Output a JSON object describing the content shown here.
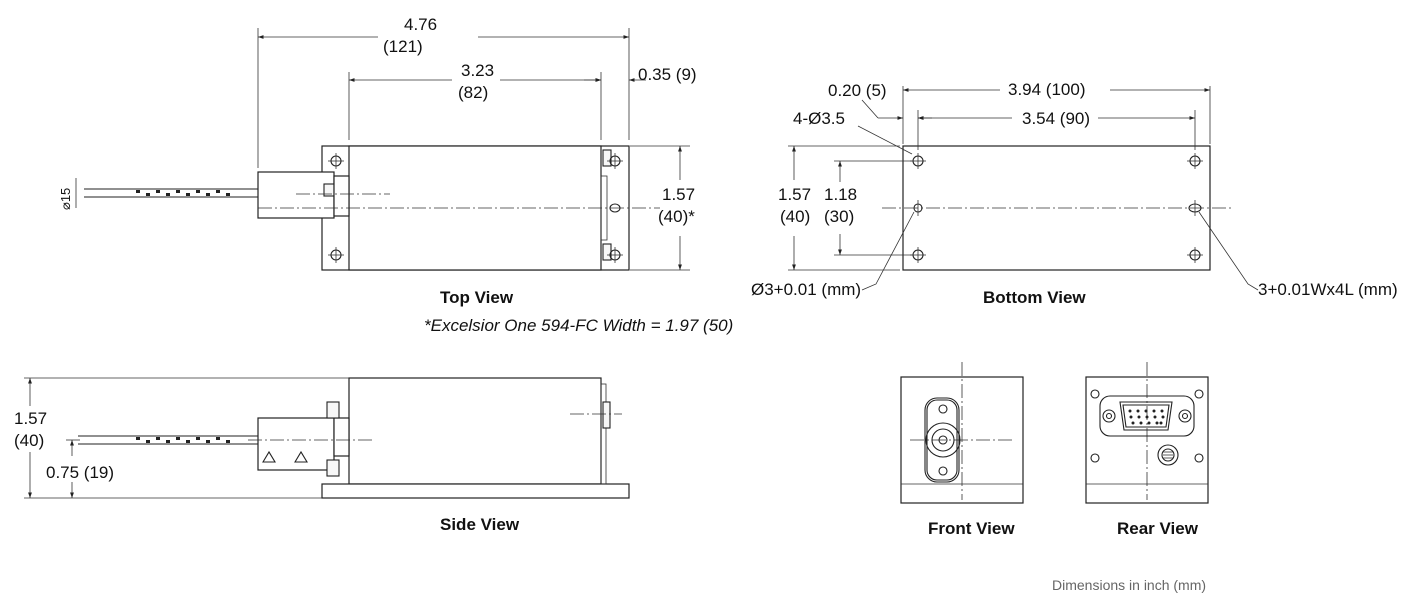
{
  "top_view": {
    "title": "Top View",
    "overall_length": "4.76",
    "overall_length_mm": "(121)",
    "body_length": "3.23",
    "body_length_mm": "(82)",
    "rear_offset": "0.35 (9)",
    "height": "1.57",
    "height_mm": "(40)*",
    "fiber_dia": "⌀15"
  },
  "note": "*Excelsior One 594-FC Width = 1.97 (50)",
  "bottom_view": {
    "title": "Bottom View",
    "edge_offset": "0.20 (5)",
    "overall_width": "3.94 (100)",
    "hole_spacing": "3.54 (90)",
    "holes": "4-Ø3.5",
    "height": "1.57",
    "height_mm": "(40)",
    "hole_height": "1.18",
    "hole_height_mm": "(30)",
    "pin_hole": "Ø3+0.01 (mm)",
    "slot": "3+0.01Wx4L (mm)"
  },
  "side_view": {
    "title": "Side View",
    "height": "1.57",
    "height_mm": "(40)",
    "axis_height": "0.75 (19)"
  },
  "front_view": {
    "title": "Front View"
  },
  "rear_view": {
    "title": "Rear View"
  },
  "units_note": "Dimensions in inch (mm)"
}
